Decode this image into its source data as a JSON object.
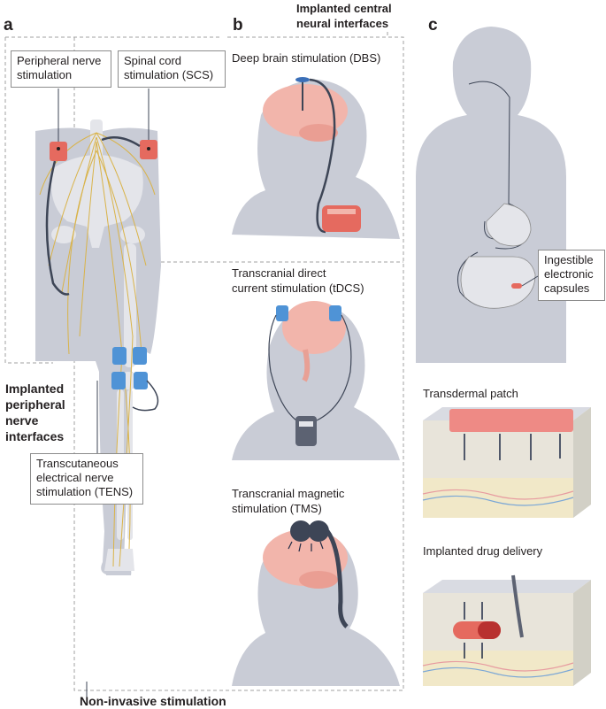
{
  "panels": {
    "a": "a",
    "b": "b",
    "c": "c"
  },
  "headers": {
    "implanted_central": [
      "Implanted central",
      "neural interfaces"
    ],
    "implanted_peripheral": [
      "Implanted",
      "peripheral",
      "nerve",
      "interfaces"
    ],
    "non_invasive": "Non-invasive stimulation"
  },
  "boxes": {
    "peripheral_nerve": [
      "Peripheral nerve",
      "stimulation"
    ],
    "scs": [
      "Spinal cord",
      "stimulation (SCS)"
    ],
    "tens": [
      "Transcutaneous",
      "electrical nerve",
      "stimulation (TENS)"
    ],
    "ingestible": [
      "Ingestible",
      "electronic",
      "capsules"
    ]
  },
  "labels": {
    "dbs": "Deep brain stimulation (DBS)",
    "tdcs": [
      "Transcranial direct",
      "current stimulation (tDCS)"
    ],
    "tms": [
      "Transcranial magnetic",
      "stimulation (TMS)"
    ],
    "transdermal": "Transdermal patch",
    "implanted_drug": "Implanted drug delivery"
  },
  "colors": {
    "silhouette": "#c9ccd6",
    "bone": "#e4e5ea",
    "nerve": "#d9b349",
    "brain": "#f2b5ab",
    "device_red": "#e56a5f",
    "electrode_blue": "#4f93d6",
    "dark_wire": "#3d4556",
    "dashed": "#a0a0a0"
  }
}
